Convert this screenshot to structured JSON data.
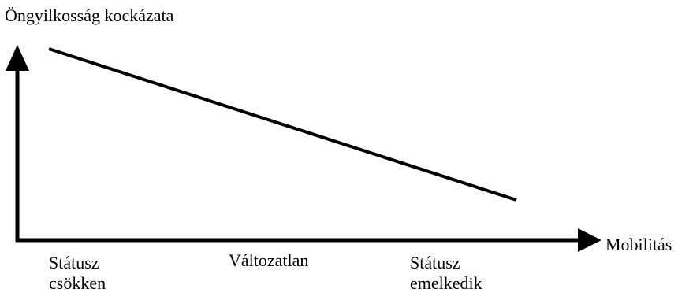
{
  "diagram": {
    "y_axis_label": "Öngyilkosság kockázata",
    "x_axis_label": "Mobilitás",
    "x_ticks": [
      {
        "lines": [
          "Státusz",
          "csökken"
        ]
      },
      {
        "lines": [
          "Változatlan"
        ]
      },
      {
        "lines": [
          "Státusz",
          "emelkedik"
        ]
      }
    ],
    "trend": {
      "direction": "decreasing",
      "from": "Státusz csökken",
      "to": "Státusz emelkedik"
    },
    "colors": {
      "line": "#000000",
      "background": "#ffffff"
    }
  }
}
